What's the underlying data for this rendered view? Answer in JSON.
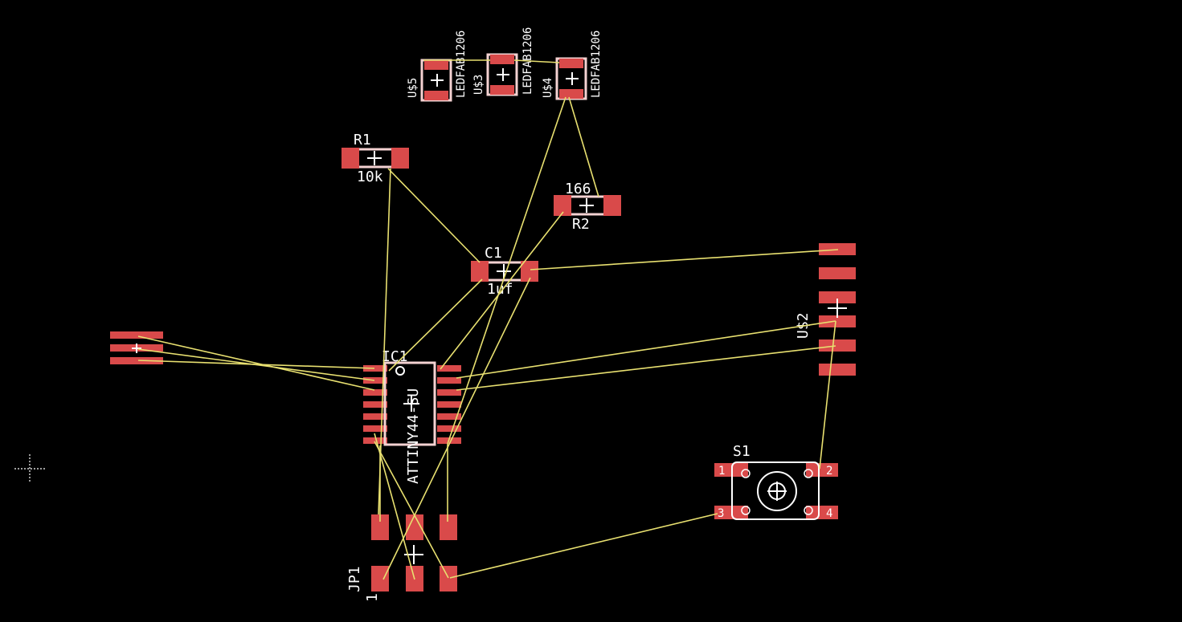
{
  "colors": {
    "background": "#000000",
    "pad": "#d94a4a",
    "silk": "#ffffff",
    "outline": "#f4d2d2",
    "airwire": "#e8e070"
  },
  "components": {
    "u5": {
      "name": "U$5",
      "value": "LEDFAB1206"
    },
    "u3": {
      "name": "U$3",
      "value": "LEDFAB1206"
    },
    "u4": {
      "name": "U$4",
      "value": "LEDFAB1206"
    },
    "r1": {
      "name": "R1",
      "value": "10k"
    },
    "r2": {
      "name": "R2",
      "value": "166"
    },
    "c1": {
      "name": "C1",
      "value": "1uf"
    },
    "ic1": {
      "name": "IC1",
      "value": "ATTINY44-SU"
    },
    "u2": {
      "name": "U$2"
    },
    "s1": {
      "name": "S1",
      "pin1": "1",
      "pin2": "2",
      "pin3": "3",
      "pin4": "4"
    },
    "jp1": {
      "name": "JP1",
      "pin1": "1"
    }
  },
  "icons": {
    "origin_marker": "crosshair-icon",
    "cursor": "crosshair-cursor-icon"
  }
}
